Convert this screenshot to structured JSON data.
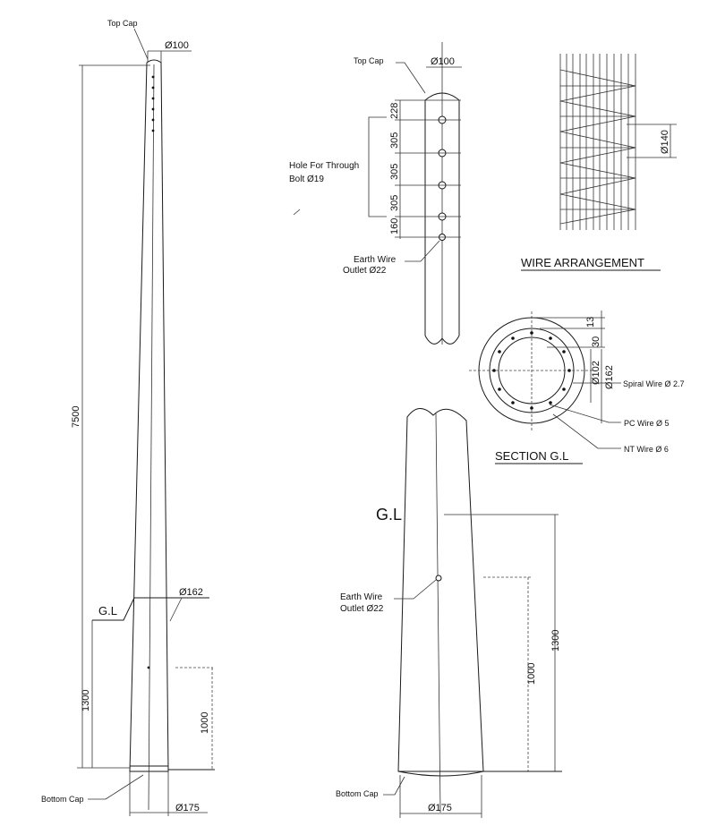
{
  "pole_elevation": {
    "top_cap": "Top Cap",
    "top_dia": "Ø100",
    "length": "7500",
    "gl": "G.L",
    "gl_dia": "Ø162",
    "embed": "1300",
    "dim_1000": "1000",
    "bottom_cap": "Bottom Cap",
    "bottom_dia": "Ø175"
  },
  "top_detail": {
    "top_cap": "Top Cap",
    "top_dia": "Ø100",
    "spacings": [
      "228",
      "305",
      "305",
      "305",
      "160"
    ],
    "hole_label_1": "Hole For Through",
    "hole_label_2": "Bolt Ø19",
    "earth_1": "Earth Wire",
    "earth_2": "Outlet Ø22"
  },
  "wire_arrangement": {
    "title": "WIRE ARRANGEMENT",
    "dia": "Ø140"
  },
  "section": {
    "title": "SECTION G.L",
    "d13": "13",
    "d30": "30",
    "d102": "Ø102",
    "d162": "Ø162",
    "spiral": "Spiral Wire Ø 2.7",
    "pc": "PC Wire Ø 5",
    "nt": "NT Wire Ø 6"
  },
  "bottom_detail": {
    "gl": "G.L",
    "earth_1": "Earth Wire",
    "earth_2": "Outlet Ø22",
    "d1300": "1300",
    "d1000": "1000",
    "bottom_cap": "Bottom Cap",
    "bottom_dia": "Ø175"
  }
}
